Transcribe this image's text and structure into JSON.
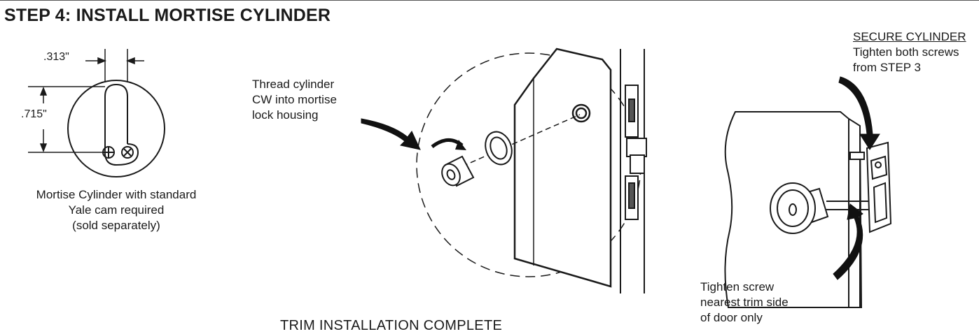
{
  "title": "STEP 4: INSTALL MORTISE CYLINDER",
  "left_panel": {
    "dim_width": ".313\"",
    "dim_height": ".715\"",
    "caption_lines": [
      "Mortise Cylinder with standard",
      "Yale cam required",
      "(sold separately)"
    ]
  },
  "middle_panel": {
    "instruction_lines": [
      "Thread cylinder",
      "CW into mortise",
      "lock housing"
    ]
  },
  "right_panel": {
    "heading": "SECURE CYLINDER",
    "top_note_lines": [
      "Tighten both screws",
      "from STEP 3"
    ],
    "bottom_note_lines": [
      "Tighten screw",
      "nearest trim side",
      "of door only"
    ]
  },
  "footer": "TRIM INSTALLATION COMPLETE",
  "colors": {
    "ink": "#1a1a1a",
    "fill_dark": "#111111",
    "paper": "#ffffff"
  },
  "icons": [
    "rotation-arrow-icon",
    "curved-pointer-arrow-icon",
    "screw-head-icon"
  ]
}
